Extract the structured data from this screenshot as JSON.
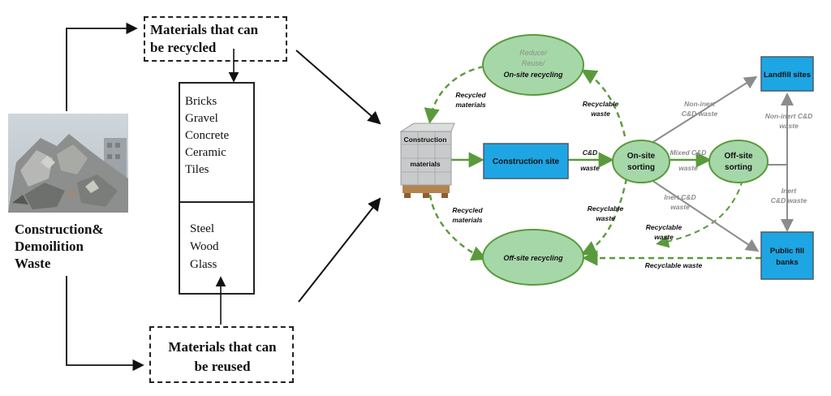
{
  "left": {
    "waste_label": [
      "Construction&",
      "Demoilition",
      "Waste"
    ],
    "recycled_box": [
      "Materials that can",
      "be recycled"
    ],
    "reused_box": [
      "Materials that can",
      "be reused"
    ],
    "recyclable_items": [
      "Bricks",
      "Gravel",
      "Concrete",
      "Ceramic",
      "Tiles"
    ],
    "reusable_items": [
      "Steel",
      "Wood",
      "Glass"
    ]
  },
  "right": {
    "materials_label": [
      "Construction",
      "materials"
    ],
    "construction_site": "Construction site",
    "onsite_sorting": [
      "On-site",
      "sorting"
    ],
    "offsite_sorting": [
      "Off-site",
      "sorting"
    ],
    "landfill": "Landfill sites",
    "public_fill": [
      "Public fill",
      "banks"
    ],
    "reduce_circle": [
      "Reduce/",
      "Reuse/",
      "On-site recycling"
    ],
    "offsite_recycling": "Off-site recycling",
    "recycled_materials_top": [
      "Recycled",
      "materials"
    ],
    "recycled_materials_bottom": [
      "Recycled",
      "materials"
    ],
    "recyclable_waste_top": [
      "Recyclable",
      "waste"
    ],
    "recyclable_waste_mid": [
      "Recyclable",
      "waste"
    ],
    "recyclable_waste_low": [
      "Recyclable",
      "waste"
    ],
    "recyclable_waste_bottom": "Recyclable waste",
    "cd_waste": [
      "C&D",
      "waste"
    ],
    "mixed_cd_waste": [
      "Mixed C&D",
      "waste"
    ],
    "non_inert_left": [
      "Non-inert",
      "C&D waste"
    ],
    "non_inert_right": [
      "Non-inert C&D",
      "waste"
    ],
    "inert_left": [
      "Inert C&D",
      "waste"
    ],
    "inert_right": [
      "Inert",
      "C&D waste"
    ]
  },
  "colors": {
    "green_dark": "#5a9a3c",
    "green_fill": "#a6d7a9",
    "blue_fill": "#1ea6e4",
    "grey_line": "#8c8c8c"
  }
}
